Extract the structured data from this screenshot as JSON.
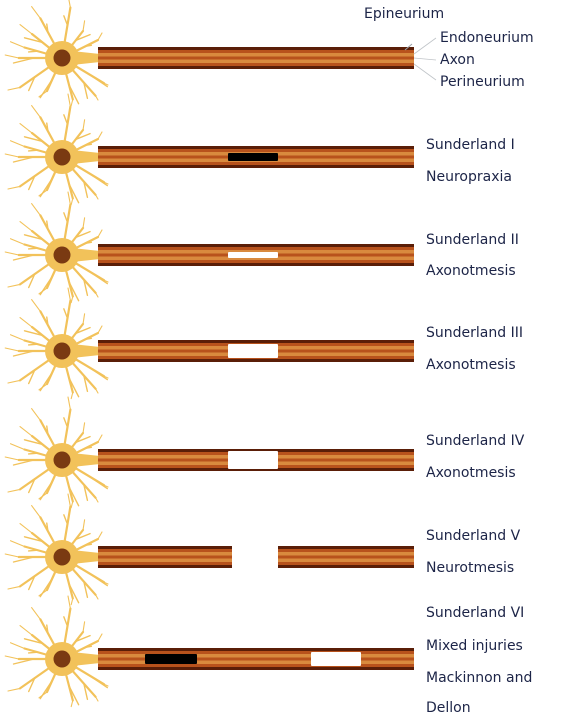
{
  "structure_labels": {
    "epineurium": "Epineurium",
    "endoneurium": "Endoneurium",
    "axon": "Axon",
    "perineurium": "Perineurium"
  },
  "colors": {
    "neuron_body": "#f2c25a",
    "neuron_nucleus": "#7a3a12",
    "nerve_outer": "#5a1e08",
    "nerve_mid": "#b8521c",
    "nerve_inner": "#d98a3e",
    "lesion_black": "#000000",
    "lesion_white": "#ffffff",
    "text": "#1c2447"
  },
  "rows": [
    {
      "title": "",
      "subtitle": "",
      "lesions": []
    },
    {
      "title": "Sunderland I",
      "subtitle": "Neuropraxia",
      "lesions": [
        {
          "type": "black"
        }
      ]
    },
    {
      "title": "Sunderland II",
      "subtitle": "Axonotmesis",
      "lesions": [
        {
          "type": "white"
        }
      ]
    },
    {
      "title": "Sunderland III",
      "subtitle": "Axonotmesis",
      "lesions": [
        {
          "type": "white"
        }
      ]
    },
    {
      "title": "Sunderland IV",
      "subtitle": "Axonotmesis",
      "lesions": [
        {
          "type": "white"
        }
      ]
    },
    {
      "title": "Sunderland V",
      "subtitle": "Neurotmesis",
      "lesions": [
        {
          "type": "gap"
        }
      ]
    },
    {
      "title": "Sunderland VI",
      "subtitle": "Mixed injuries",
      "extra_lines": [
        "Mackinnon and",
        "Dellon"
      ],
      "lesions": [
        {
          "type": "black"
        },
        {
          "type": "white"
        }
      ]
    }
  ]
}
